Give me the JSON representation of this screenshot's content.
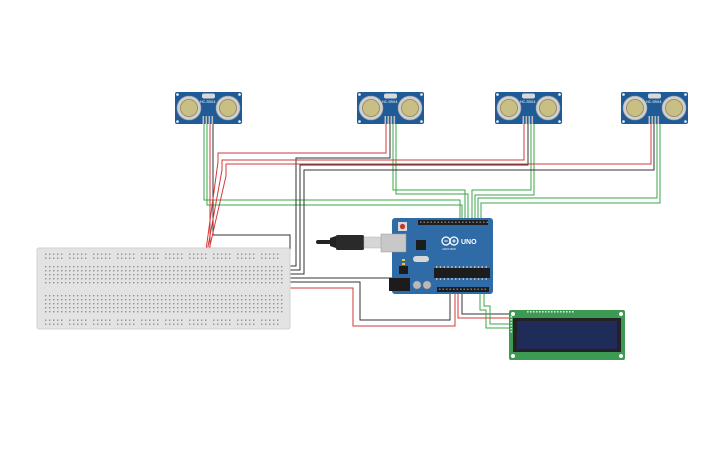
{
  "sensors": {
    "model_label": "HC-SR04",
    "count": 4
  },
  "arduino": {
    "model_label": "UNO",
    "brand_label": "ARDUINO",
    "board_color": "#2f6ba6"
  },
  "breadboard": {
    "color": "#e3e3e3"
  },
  "lcd": {
    "board_color": "#3c9a52",
    "screen_color": "#1f2c5a"
  },
  "wires": {
    "red": "#d33a3a",
    "green": "#3aa64a",
    "black": "#333333"
  },
  "usb": {
    "cable_color": "#222222"
  }
}
